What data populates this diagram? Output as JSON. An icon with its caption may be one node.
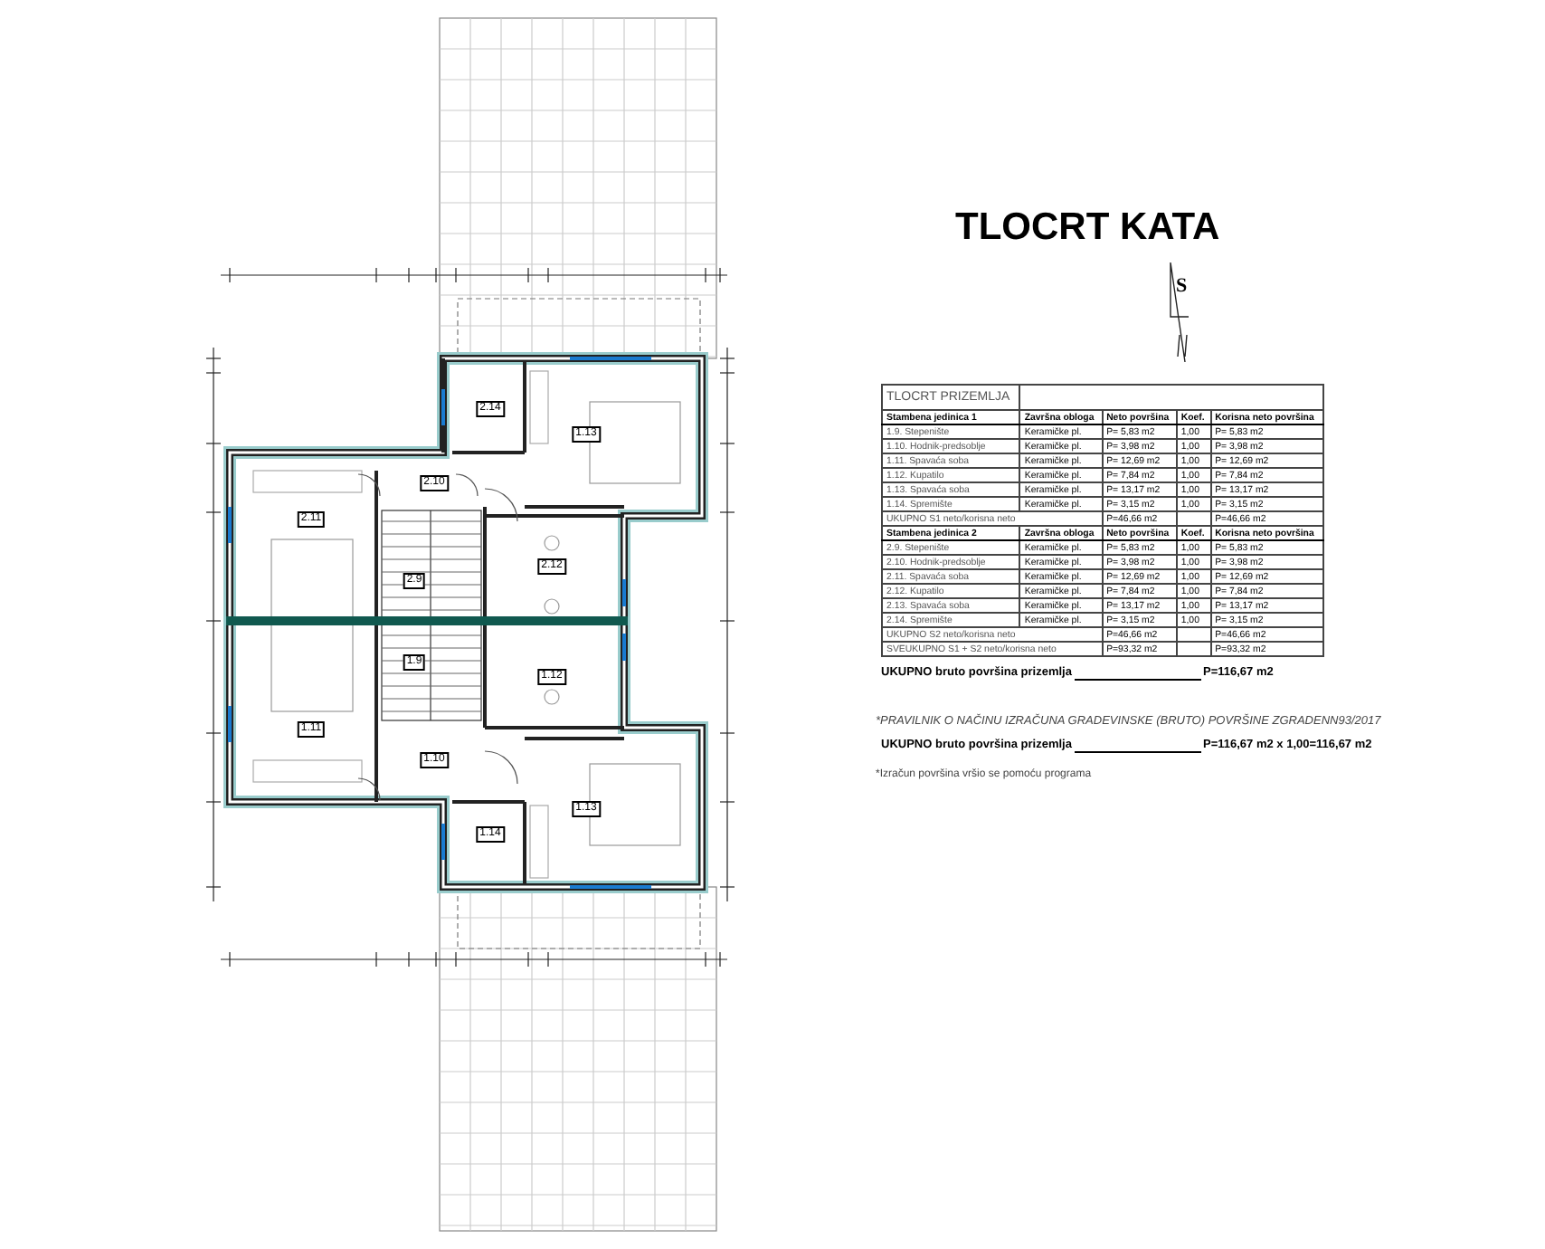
{
  "diagram": {
    "title": "TLOCRT KATA",
    "labels": [
      "S",
      "2.14",
      "1.13",
      "2.10",
      "2.11",
      "2.9",
      "2.12",
      "1.9",
      "1.12",
      "1.11",
      "1.10",
      "1.14",
      "1.13",
      "TLOCRT PRIZEMLJA",
      "Stambena jedinica 1",
      "Završna obloga",
      "Neto površina",
      "Koef.",
      "Korisna neto površina",
      "1.9. Stepenište",
      "Keramičke pl.",
      "P= 5,83 m2",
      "1,00",
      "P= 5,83 m2",
      "1.10. Hodnik-predsoblje",
      "Keramičke pl.",
      "P= 3,98 m2",
      "1,00",
      "P= 3,98 m2",
      "1.11. Spavaća soba",
      "Keramičke pl.",
      "P= 12,69 m2",
      "1,00",
      "P= 12,69 m2",
      "1.12. Kupatilo",
      "Keramičke pl.",
      "P= 7,84 m2",
      "1,00",
      "P= 7,84 m2",
      "1.13. Spavaća soba",
      "Keramičke pl.",
      "P= 13,17 m2",
      "1,00",
      "P= 13,17 m2",
      "1.14. Spremište",
      "Keramičke pl.",
      "P= 3,15 m2",
      "1,00",
      "P= 3,15 m2",
      "UKUPNO S1 neto/korisna neto",
      "P=46,66 m2",
      "P=46,66 m2",
      "Stambena jedinica 2",
      "Završna obloga",
      "Neto površina",
      "Koef.",
      "Korisna neto površina",
      "2.9. Stepenište",
      "Keramičke pl.",
      "P= 5,83 m2",
      "1,00",
      "P= 5,83 m2",
      "2.10. Hodnik-predsoblje",
      "Keramičke pl.",
      "P= 3,98 m2",
      "1,00",
      "P= 3,98 m2",
      "2.11. Spavaća soba",
      "Keramičke pl.",
      "P= 12,69 m2",
      "1,00",
      "P= 12,69 m2",
      "2.12. Kupatilo",
      "Keramičke pl.",
      "P= 7,84 m2",
      "1,00",
      "P= 7,84 m2",
      "2.13. Spavaća soba",
      "Keramičke pl.",
      "P= 13,17 m2",
      "1,00",
      "P= 13,17 m2",
      "2.14. Spremište",
      "Keramičke pl.",
      "P= 3,15 m2",
      "1,00",
      "P= 3,15 m2",
      "UKUPNO S2 neto/korisna neto",
      "P=46,66 m2",
      "P=46,66 m2",
      "SVEUKUPNO S1 + S2 neto/korisna neto",
      "P=93,32 m2",
      "P=93,32 m2",
      "UKUPNO bruto površina prizemlja",
      "P=116,67 m2",
      "*PRAVILNIK O NAČINU IZRAČUNA GRADEVINSKE (BRUTO) POVRŠINE ZGRADENN93/2017",
      "UKUPNO bruto površina prizemlja",
      "P=116,67 m2 x 1,00=116,67 m2",
      "*Izračun površina vršio se pomoću programa"
    ]
  }
}
